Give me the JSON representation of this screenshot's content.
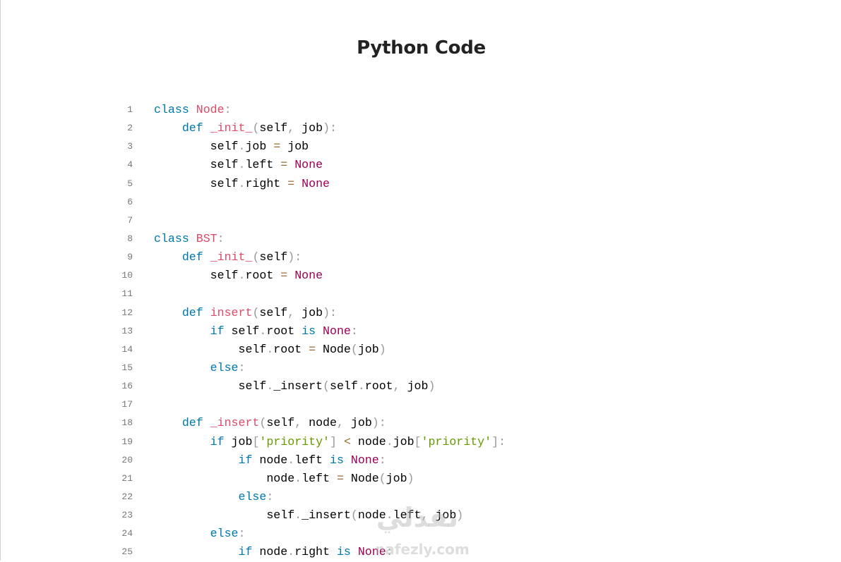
{
  "title": "Python Code",
  "watermark": {
    "arabic": "نفذلي",
    "latin": "nafezly.com"
  },
  "colors": {
    "keyword": "#0077aa",
    "class_name": "#dd4a68",
    "constant": "#990055",
    "punctuation": "#999999",
    "operator": "#9a6e3a",
    "string": "#669900"
  },
  "lines": [
    [
      [
        "keyword",
        "class"
      ],
      [
        "plain",
        " "
      ],
      [
        "class-name",
        "Node"
      ],
      [
        "punct",
        ":"
      ]
    ],
    [
      [
        "plain",
        "    "
      ],
      [
        "keyword",
        "def"
      ],
      [
        "plain",
        " "
      ],
      [
        "function",
        "_init_"
      ],
      [
        "punct",
        "("
      ],
      [
        "plain",
        "self"
      ],
      [
        "punct",
        ","
      ],
      [
        "plain",
        " job"
      ],
      [
        "punct",
        "):"
      ]
    ],
    [
      [
        "plain",
        "        self"
      ],
      [
        "punct",
        "."
      ],
      [
        "plain",
        "job "
      ],
      [
        "op",
        "="
      ],
      [
        "plain",
        " job"
      ]
    ],
    [
      [
        "plain",
        "        self"
      ],
      [
        "punct",
        "."
      ],
      [
        "plain",
        "left "
      ],
      [
        "op",
        "="
      ],
      [
        "plain",
        " "
      ],
      [
        "constant",
        "None"
      ]
    ],
    [
      [
        "plain",
        "        self"
      ],
      [
        "punct",
        "."
      ],
      [
        "plain",
        "right "
      ],
      [
        "op",
        "="
      ],
      [
        "plain",
        " "
      ],
      [
        "constant",
        "None"
      ]
    ],
    [],
    [],
    [
      [
        "keyword",
        "class"
      ],
      [
        "plain",
        " "
      ],
      [
        "class-name",
        "BST"
      ],
      [
        "punct",
        ":"
      ]
    ],
    [
      [
        "plain",
        "    "
      ],
      [
        "keyword",
        "def"
      ],
      [
        "plain",
        " "
      ],
      [
        "function",
        "_init_"
      ],
      [
        "punct",
        "("
      ],
      [
        "plain",
        "self"
      ],
      [
        "punct",
        "):"
      ]
    ],
    [
      [
        "plain",
        "        self"
      ],
      [
        "punct",
        "."
      ],
      [
        "plain",
        "root "
      ],
      [
        "op",
        "="
      ],
      [
        "plain",
        " "
      ],
      [
        "constant",
        "None"
      ]
    ],
    [],
    [
      [
        "plain",
        "    "
      ],
      [
        "keyword",
        "def"
      ],
      [
        "plain",
        " "
      ],
      [
        "function",
        "insert"
      ],
      [
        "punct",
        "("
      ],
      [
        "plain",
        "self"
      ],
      [
        "punct",
        ","
      ],
      [
        "plain",
        " job"
      ],
      [
        "punct",
        "):"
      ]
    ],
    [
      [
        "plain",
        "        "
      ],
      [
        "keyword",
        "if"
      ],
      [
        "plain",
        " self"
      ],
      [
        "punct",
        "."
      ],
      [
        "plain",
        "root "
      ],
      [
        "keyword",
        "is"
      ],
      [
        "plain",
        " "
      ],
      [
        "constant",
        "None"
      ],
      [
        "punct",
        ":"
      ]
    ],
    [
      [
        "plain",
        "            self"
      ],
      [
        "punct",
        "."
      ],
      [
        "plain",
        "root "
      ],
      [
        "op",
        "="
      ],
      [
        "plain",
        " Node"
      ],
      [
        "punct",
        "("
      ],
      [
        "plain",
        "job"
      ],
      [
        "punct",
        ")"
      ]
    ],
    [
      [
        "plain",
        "        "
      ],
      [
        "keyword",
        "else"
      ],
      [
        "punct",
        ":"
      ]
    ],
    [
      [
        "plain",
        "            self"
      ],
      [
        "punct",
        "."
      ],
      [
        "plain",
        "_insert"
      ],
      [
        "punct",
        "("
      ],
      [
        "plain",
        "self"
      ],
      [
        "punct",
        "."
      ],
      [
        "plain",
        "root"
      ],
      [
        "punct",
        ","
      ],
      [
        "plain",
        " job"
      ],
      [
        "punct",
        ")"
      ]
    ],
    [],
    [
      [
        "plain",
        "    "
      ],
      [
        "keyword",
        "def"
      ],
      [
        "plain",
        " "
      ],
      [
        "function",
        "_insert"
      ],
      [
        "punct",
        "("
      ],
      [
        "plain",
        "self"
      ],
      [
        "punct",
        ","
      ],
      [
        "plain",
        " node"
      ],
      [
        "punct",
        ","
      ],
      [
        "plain",
        " job"
      ],
      [
        "punct",
        "):"
      ]
    ],
    [
      [
        "plain",
        "        "
      ],
      [
        "keyword",
        "if"
      ],
      [
        "plain",
        " job"
      ],
      [
        "punct",
        "["
      ],
      [
        "string",
        "'priority'"
      ],
      [
        "punct",
        "]"
      ],
      [
        "plain",
        " "
      ],
      [
        "op",
        "<"
      ],
      [
        "plain",
        " node"
      ],
      [
        "punct",
        "."
      ],
      [
        "plain",
        "job"
      ],
      [
        "punct",
        "["
      ],
      [
        "string",
        "'priority'"
      ],
      [
        "punct",
        "]:"
      ]
    ],
    [
      [
        "plain",
        "            "
      ],
      [
        "keyword",
        "if"
      ],
      [
        "plain",
        " node"
      ],
      [
        "punct",
        "."
      ],
      [
        "plain",
        "left "
      ],
      [
        "keyword",
        "is"
      ],
      [
        "plain",
        " "
      ],
      [
        "constant",
        "None"
      ],
      [
        "punct",
        ":"
      ]
    ],
    [
      [
        "plain",
        "                node"
      ],
      [
        "punct",
        "."
      ],
      [
        "plain",
        "left "
      ],
      [
        "op",
        "="
      ],
      [
        "plain",
        " Node"
      ],
      [
        "punct",
        "("
      ],
      [
        "plain",
        "job"
      ],
      [
        "punct",
        ")"
      ]
    ],
    [
      [
        "plain",
        "            "
      ],
      [
        "keyword",
        "else"
      ],
      [
        "punct",
        ":"
      ]
    ],
    [
      [
        "plain",
        "                self"
      ],
      [
        "punct",
        "."
      ],
      [
        "plain",
        "_insert"
      ],
      [
        "punct",
        "("
      ],
      [
        "plain",
        "node"
      ],
      [
        "punct",
        "."
      ],
      [
        "plain",
        "left"
      ],
      [
        "punct",
        ","
      ],
      [
        "plain",
        " job"
      ],
      [
        "punct",
        ")"
      ]
    ],
    [
      [
        "plain",
        "        "
      ],
      [
        "keyword",
        "else"
      ],
      [
        "punct",
        ":"
      ]
    ],
    [
      [
        "plain",
        "            "
      ],
      [
        "keyword",
        "if"
      ],
      [
        "plain",
        " node"
      ],
      [
        "punct",
        "."
      ],
      [
        "plain",
        "right "
      ],
      [
        "keyword",
        "is"
      ],
      [
        "plain",
        " "
      ],
      [
        "constant",
        "None"
      ],
      [
        "punct",
        ":"
      ]
    ]
  ]
}
